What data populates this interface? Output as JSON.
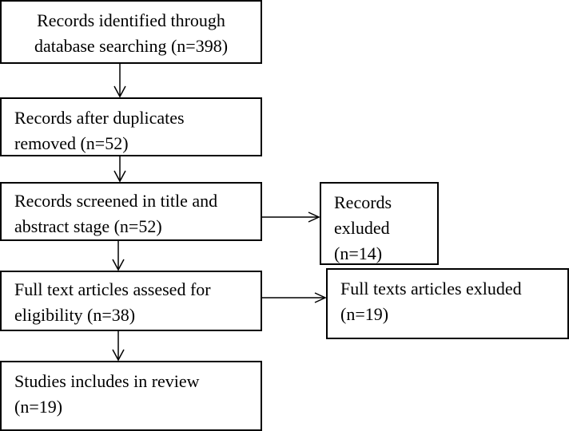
{
  "flowchart": {
    "identified": {
      "line1": "Records identified through",
      "line2": "database searching (n=398)"
    },
    "duplicates_removed": {
      "line1": "Records after duplicates",
      "line2": "removed (n=52)"
    },
    "screened": {
      "line1": "Records screened in title and",
      "line2": "abstract stage (n=52)"
    },
    "records_excluded": {
      "line1": "Records",
      "line2": "exluded",
      "line3": "(n=14)"
    },
    "full_text_assessed": {
      "line1": "Full text articles assesed for",
      "line2": "eligibility (n=38)"
    },
    "full_text_excluded": {
      "line1": "Full texts articles exluded",
      "line2": "(n=19)"
    },
    "included": {
      "line1": "Studies includes in review",
      "line2": "(n=19)"
    }
  },
  "colors": {
    "border": "#000000",
    "text": "#000000",
    "background": "#ffffff"
  }
}
